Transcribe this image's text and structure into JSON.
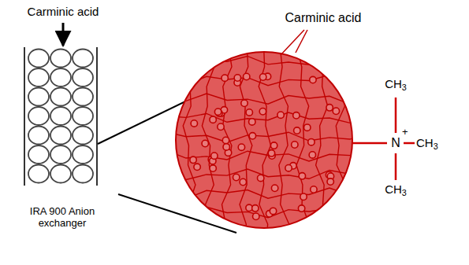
{
  "diagram": {
    "labels": [
      "Carminic acid",
      "Carminic acid",
      "CH3",
      "N",
      "+",
      "CH3",
      "CH3",
      "IRA 900 Anion exchanger"
    ]
  }
}
